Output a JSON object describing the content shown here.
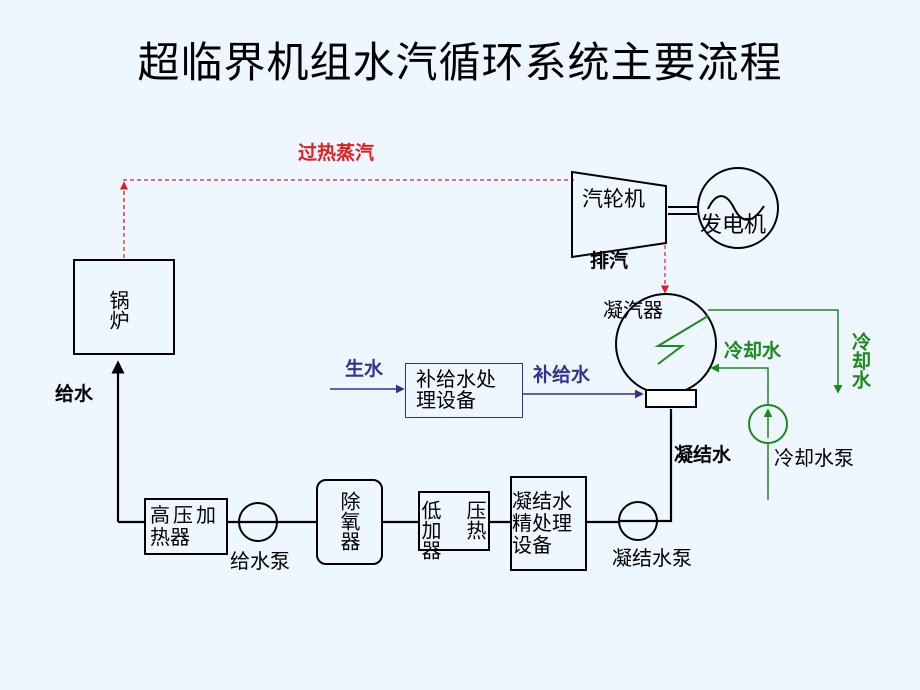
{
  "title": "超临界机组水汽循环系统主要流程",
  "labels": {
    "superheated_steam": "过热蒸汽",
    "turbine": "汽轮机",
    "generator": "发电机",
    "exhaust": "排汽",
    "boiler": "锅炉",
    "condenser": "凝汽器",
    "feedwater": "给水",
    "raw_water": "生水",
    "makeup_treatment_1": "补给水处",
    "makeup_treatment_2": "理设备",
    "makeup_water": "补给水",
    "cooling_water_in": "冷却水",
    "cooling_water_out": "冷却水",
    "condensate": "凝结水",
    "cooling_water_pump": "冷却水泵",
    "hp_heater_1": "高压加",
    "hp_heater_2": "热器",
    "feed_pump": "给水泵",
    "deaerator": "除氧器",
    "lp_heater_col1": "低加器",
    "lp_heater_col2": "压热",
    "polishing_1": "凝结水",
    "polishing_2": "精处理",
    "polishing_3": "设备",
    "condensate_pump": "凝结水泵"
  },
  "colors": {
    "steam_line": "#e02020",
    "steam_text": "#e02020",
    "makeup_line": "#33338f",
    "makeup_text": "#33338f",
    "cooling_line": "#1a8a1a",
    "cooling_text": "#1a8a1a",
    "background": "#eef6ff"
  }
}
